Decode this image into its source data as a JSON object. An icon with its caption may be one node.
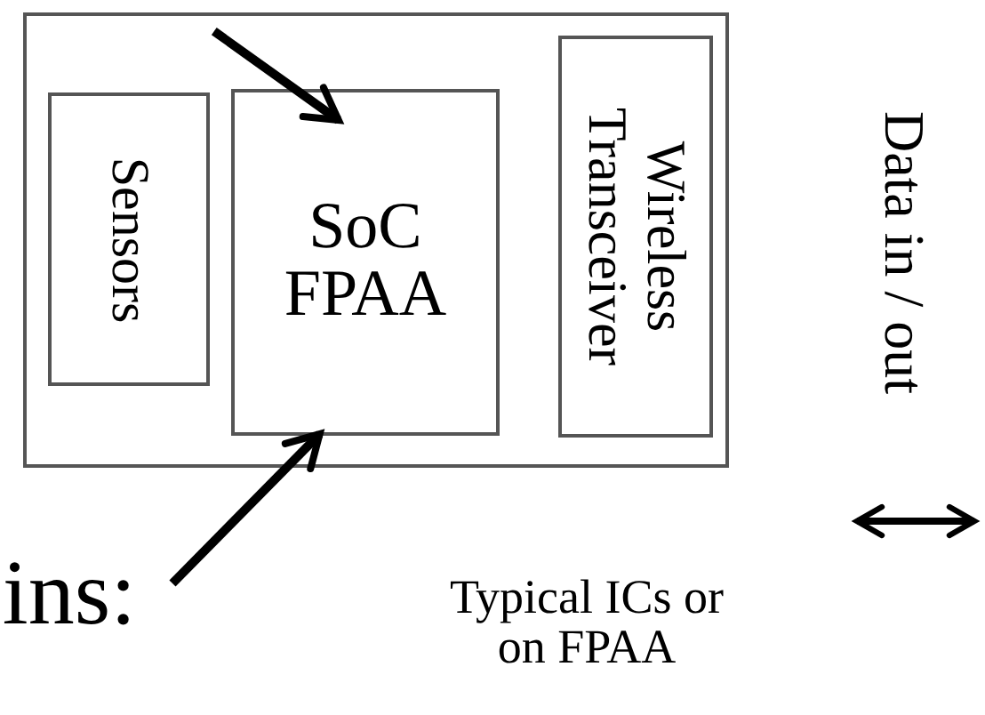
{
  "diagram": {
    "nodes": [
      {
        "text": [],
        "shape": "box"
      },
      {
        "text": [
          "Sensors"
        ],
        "in": 0
      },
      {
        "text": [
          "SoC FPAA"
        ],
        "in": 0
      },
      {
        "text": [
          "Wireless Transceiver"
        ],
        "in": 0
      },
      {
        "text": [
          "ins:"
        ]
      }
    ],
    "edges": [
      {
        "from": null,
        "to": 2,
        "arrow": "to"
      },
      {
        "from": 4,
        "to": 2,
        "arrow": "to"
      }
    ],
    "labels": [
      "Data in / out",
      "Typical ICs or on FPAA"
    ]
  }
}
